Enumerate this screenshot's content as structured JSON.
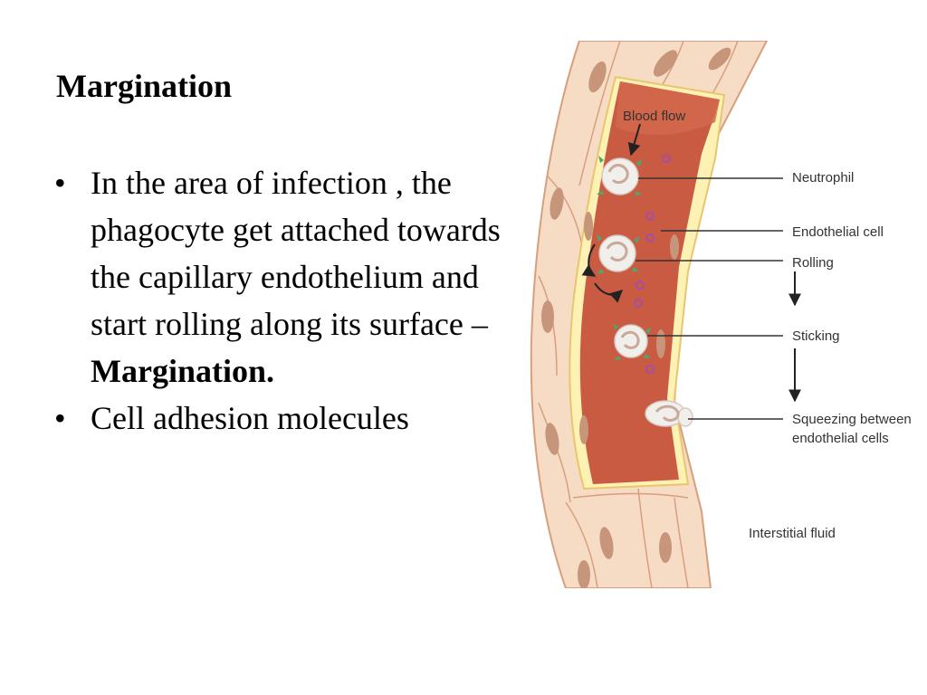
{
  "slide": {
    "title": "Margination",
    "bullets": [
      {
        "text": "In the area of infection , the phagocyte get attached towards the capillary endothelium and start rolling along its surface –",
        "bold_tail": "Margination."
      },
      {
        "text": "Cell adhesion molecules",
        "bold_tail": ""
      }
    ],
    "bullet_glyph": "•"
  },
  "diagram": {
    "labels": {
      "blood_flow": "Blood flow",
      "neutrophil": "Neutrophil",
      "endothelial_cell": "Endothelial cell",
      "rolling": "Rolling",
      "sticking": "Sticking",
      "squeezing_line1": "Squeezing between",
      "squeezing_line2": "endothelial cells",
      "interstitial_fluid": "Interstitial fluid"
    },
    "colors": {
      "lumen": "#c95b43",
      "lumen_top": "#d4684c",
      "vessel_wall": "#f6dcc4",
      "wall_outline": "#d79f7e",
      "nucleus": "#c7967a",
      "endothelium": "#fdf2b3",
      "neutrophil": "#f1efec",
      "receptor": "#4ca86c",
      "adhesion_molecule": "#a24fa8"
    }
  }
}
